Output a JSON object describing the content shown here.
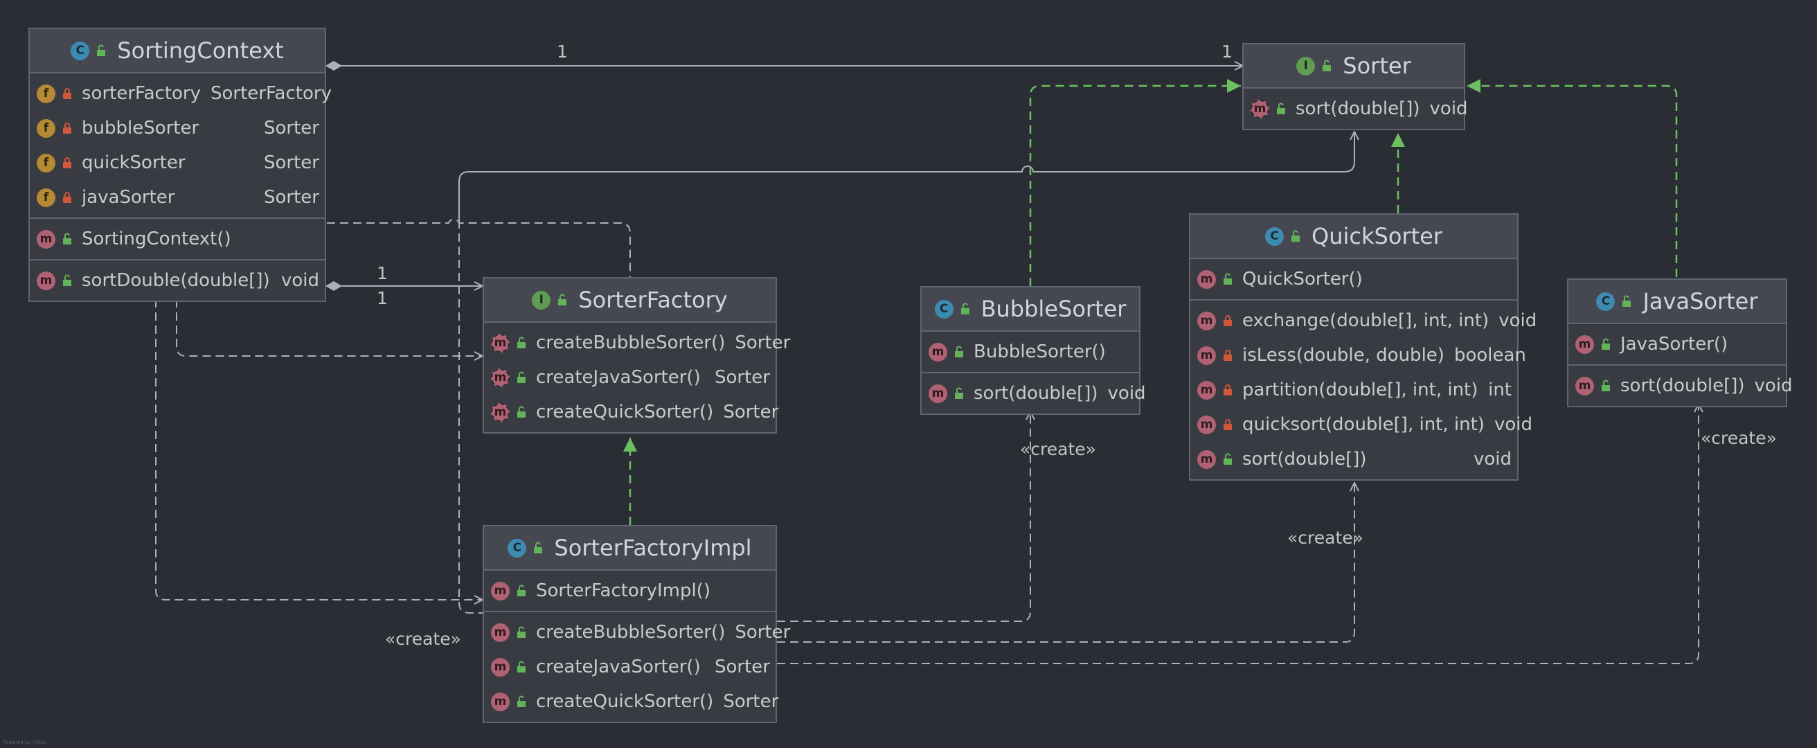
{
  "diagram": {
    "classes": {
      "sorting_context": {
        "badge": "C",
        "name": "SortingContext",
        "fields": [
          {
            "name": "sorterFactory",
            "type": "SorterFactory"
          },
          {
            "name": "bubbleSorter",
            "type": "Sorter"
          },
          {
            "name": "quickSorter",
            "type": "Sorter"
          },
          {
            "name": "javaSorter",
            "type": "Sorter"
          }
        ],
        "constructors": [
          {
            "name": "SortingContext()",
            "type": ""
          }
        ],
        "methods": [
          {
            "name": "sortDouble(double[])",
            "type": "void"
          }
        ]
      },
      "sorter": {
        "badge": "I",
        "name": "Sorter",
        "methods": [
          {
            "name": "sort(double[])",
            "type": "void"
          }
        ]
      },
      "sorter_factory": {
        "badge": "I",
        "name": "SorterFactory",
        "methods": [
          {
            "name": "createBubbleSorter()",
            "type": "Sorter"
          },
          {
            "name": "createJavaSorter()",
            "type": "Sorter"
          },
          {
            "name": "createQuickSorter()",
            "type": "Sorter"
          }
        ]
      },
      "sorter_factory_impl": {
        "badge": "C",
        "name": "SorterFactoryImpl",
        "constructors": [
          {
            "name": "SorterFactoryImpl()",
            "type": ""
          }
        ],
        "methods": [
          {
            "name": "createBubbleSorter()",
            "type": "Sorter"
          },
          {
            "name": "createJavaSorter()",
            "type": "Sorter"
          },
          {
            "name": "createQuickSorter()",
            "type": "Sorter"
          }
        ]
      },
      "bubble_sorter": {
        "badge": "C",
        "name": "BubbleSorter",
        "constructors": [
          {
            "name": "BubbleSorter()",
            "type": ""
          }
        ],
        "methods": [
          {
            "name": "sort(double[])",
            "type": "void"
          }
        ]
      },
      "quick_sorter": {
        "badge": "C",
        "name": "QuickSorter",
        "constructors": [
          {
            "name": "QuickSorter()",
            "type": ""
          }
        ],
        "methods": [
          {
            "name": "exchange(double[], int, int)",
            "type": "void"
          },
          {
            "name": "isLess(double, double)",
            "type": "boolean"
          },
          {
            "name": "partition(double[], int, int)",
            "type": "int"
          },
          {
            "name": "quicksort(double[], int, int)",
            "type": "void"
          },
          {
            "name": "sort(double[])",
            "type": "void"
          }
        ]
      },
      "java_sorter": {
        "badge": "C",
        "name": "JavaSorter",
        "constructors": [
          {
            "name": "JavaSorter()",
            "type": ""
          }
        ],
        "methods": [
          {
            "name": "sort(double[])",
            "type": "void"
          }
        ]
      }
    },
    "member_badges": {
      "field": "f",
      "method": "m"
    },
    "edge_labels": {
      "mult_context": "1",
      "mult_sorter": "1",
      "mult_factory_a": "1",
      "mult_factory_b": "1",
      "create_bubble": "«create»",
      "create_quick": "«create»",
      "create_java": "«create»",
      "create_impl": "«create»"
    },
    "footer_note": "Powered by yFiles"
  },
  "colors": {
    "background": "#2b2d34",
    "edge": "#aeb1b8",
    "realization": "#6cbf62",
    "class_badge": "#3e8bb0",
    "interface_badge": "#5f9c54",
    "field_badge": "#b48a34",
    "method_badge": "#b06273",
    "private_lock": "#d0573a",
    "public_lock": "#62b35a"
  },
  "icons": {
    "public": "unlocked-icon",
    "private": "locked-icon"
  }
}
